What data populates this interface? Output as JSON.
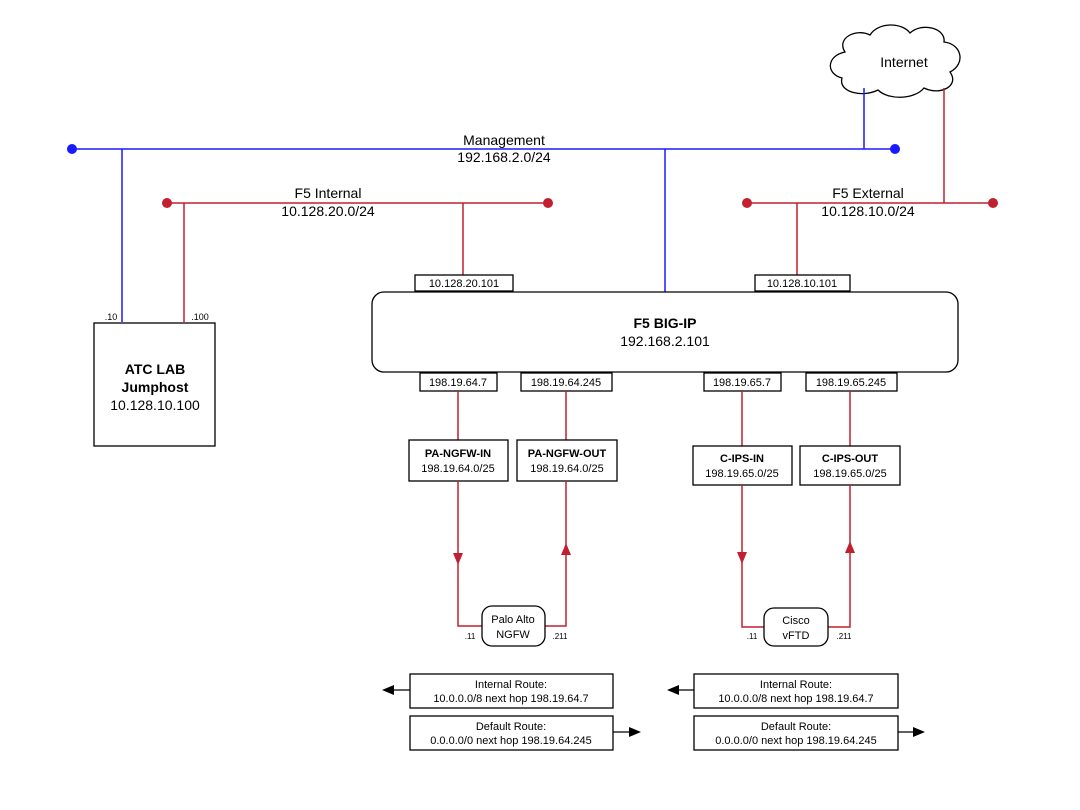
{
  "colors": {
    "management": "#1a1aff",
    "f5_networks": "#c0202f",
    "route_arrow": "#000000"
  },
  "internet": {
    "label": "Internet"
  },
  "management": {
    "name": "Management",
    "subnet": "192.168.2.0/24"
  },
  "f5_internal": {
    "name": "F5 Internal",
    "subnet": "10.128.20.0/24"
  },
  "f5_external": {
    "name": "F5 External",
    "subnet": "10.128.10.0/24"
  },
  "jumphost": {
    "line1": "ATC LAB",
    "line2": "Jumphost",
    "ip": "10.128.10.100",
    "mgmt_suffix": ".10",
    "internal_suffix": ".100"
  },
  "bigip": {
    "name": "F5 BIG-IP",
    "ip": "192.168.2.101",
    "internal_ip": "10.128.20.101",
    "external_ip": "10.128.10.101"
  },
  "interfaces": [
    "198.19.64.7",
    "198.19.64.245",
    "198.19.65.7",
    "198.19.65.245"
  ],
  "segments": [
    {
      "name": "PA-NGFW-IN",
      "subnet": "198.19.64.0/25"
    },
    {
      "name": "PA-NGFW-OUT",
      "subnet": "198.19.64.0/25"
    },
    {
      "name": "C-IPS-IN",
      "subnet": "198.19.65.0/25"
    },
    {
      "name": "C-IPS-OUT",
      "subnet": "198.19.65.0/25"
    }
  ],
  "devices": [
    {
      "line1": "Palo Alto",
      "line2": "NGFW",
      "in_suffix": ".11",
      "out_suffix": ".211"
    },
    {
      "line1": "Cisco",
      "line2": "vFTD",
      "in_suffix": ".11",
      "out_suffix": ".211"
    }
  ],
  "routes": [
    {
      "internal_title": "Internal Route:",
      "internal_text": "10.0.0.0/8 next hop 198.19.64.7",
      "default_title": "Default Route:",
      "default_text": "0.0.0.0/0 next hop 198.19.64.245"
    },
    {
      "internal_title": "Internal Route:",
      "internal_text": "10.0.0.0/8 next hop 198.19.64.7",
      "default_title": "Default Route:",
      "default_text": "0.0.0.0/0 next hop 198.19.64.245"
    }
  ]
}
